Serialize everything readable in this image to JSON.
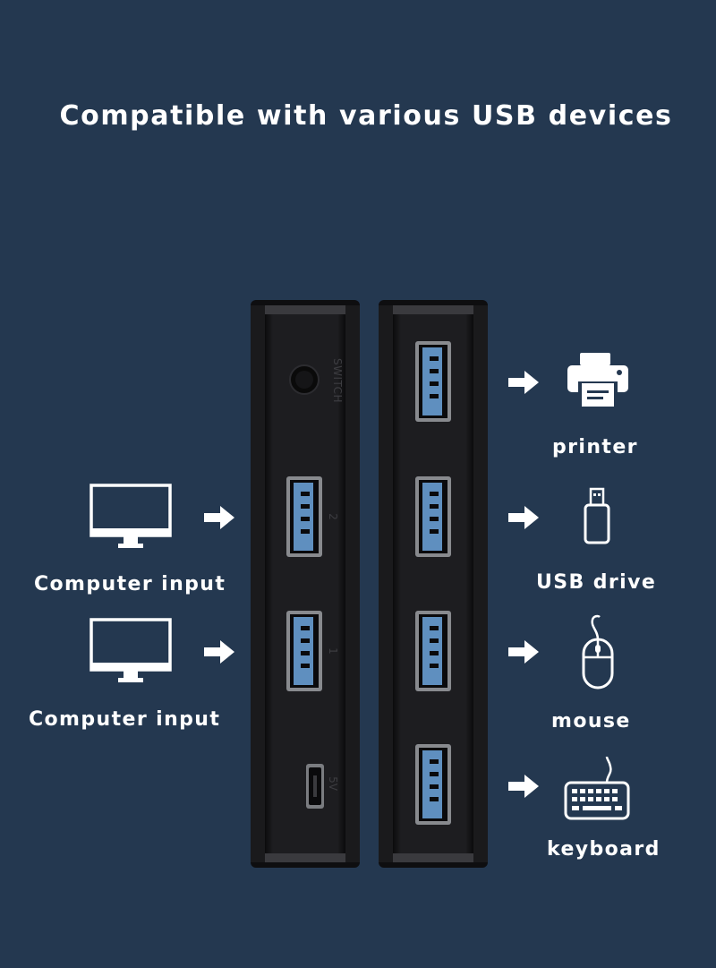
{
  "title": "Compatible with various USB devices",
  "inputs": [
    {
      "label": "Computer input",
      "icon": "monitor-icon"
    },
    {
      "label": "Computer input",
      "icon": "monitor-icon"
    }
  ],
  "outputs": [
    {
      "label": "printer",
      "icon": "printer-icon"
    },
    {
      "label": "USB drive",
      "icon": "usb-drive-icon"
    },
    {
      "label": "mouse",
      "icon": "mouse-icon"
    },
    {
      "label": "keyboard",
      "icon": "keyboard-icon"
    }
  ],
  "switch_unit": {
    "switch_label": "SWITCH",
    "port_labels": [
      "2",
      "1"
    ],
    "power_label": "5V"
  },
  "colors": {
    "background": "#243850",
    "device_body": "#141416",
    "usb_port_blue": "#5f8fbf",
    "text": "#ffffff"
  }
}
